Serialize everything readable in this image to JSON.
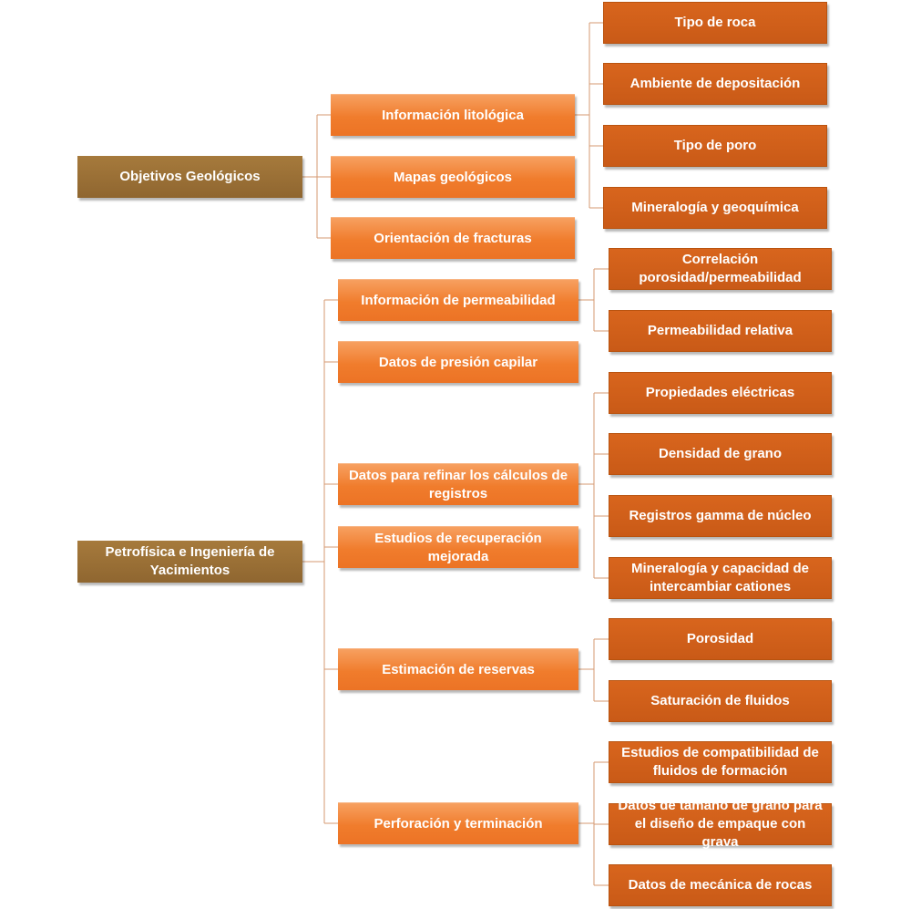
{
  "diagram": {
    "colors": {
      "root": "#9a6f35",
      "level1": "#f07c2c",
      "level2": "#cc5c18",
      "connector": "#d59a72",
      "text": "#ffffff"
    },
    "groups": [
      {
        "label": "Objetivos Geológicos",
        "children": [
          {
            "label": "Información litológica",
            "children": [
              "Tipo de roca",
              "Ambiente de depositación",
              "Tipo de poro",
              "Mineralogía y geoquímica"
            ]
          },
          {
            "label": "Mapas geológicos",
            "children": []
          },
          {
            "label": "Orientación de fracturas",
            "children": []
          }
        ]
      },
      {
        "label": "Petrofísica e Ingeniería de Yacimientos",
        "children": [
          {
            "label": "Información de permeabilidad",
            "children": [
              "Correlación porosidad/permeabilidad",
              "Permeabilidad relativa"
            ]
          },
          {
            "label": "Datos de presión capilar",
            "children": []
          },
          {
            "label": "Datos para refinar los cálculos de registros",
            "children": [
              "Propiedades eléctricas",
              "Densidad de grano",
              "Registros gamma de núcleo",
              "Mineralogía y capacidad de intercambiar cationes"
            ]
          },
          {
            "label": "Estudios de recuperación mejorada",
            "children": []
          },
          {
            "label": "Estimación de reservas",
            "children": [
              "Porosidad",
              "Saturación de fluidos"
            ]
          },
          {
            "label": "Perforación y terminación",
            "children": [
              "Estudios de compatibilidad de fluidos de formación",
              "Datos de tamaño de grano para el diseño de empaque con grava",
              "Datos de mecánica de rocas"
            ]
          }
        ]
      }
    ]
  }
}
